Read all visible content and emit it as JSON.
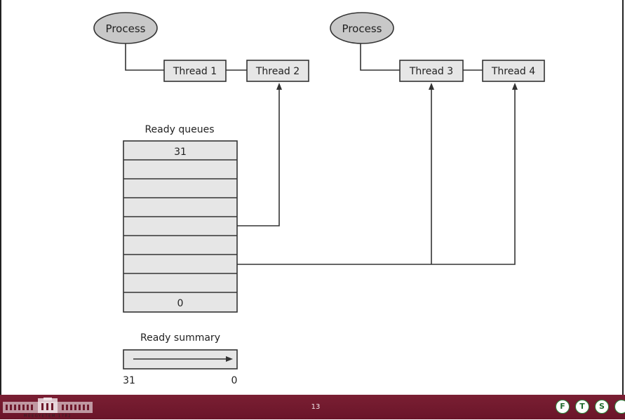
{
  "diagram": {
    "process_left": "Process",
    "process_right": "Process",
    "threads": [
      "Thread 1",
      "Thread 2",
      "Thread 3",
      "Thread 4"
    ],
    "ready_queues_title": "Ready queues",
    "queue_top_label": "31",
    "queue_bottom_label": "0",
    "ready_summary_title": "Ready summary",
    "summary_left_label": "31",
    "summary_right_label": "0"
  },
  "footer": {
    "page_number": "13",
    "logo_caption": "MŰEGYETEM 1782",
    "badges": [
      "F",
      "T",
      "S"
    ]
  },
  "colors": {
    "box_fill": "#e6e6e6",
    "process_fill": "#c8c8c8",
    "footer": "#6e1a2d"
  }
}
